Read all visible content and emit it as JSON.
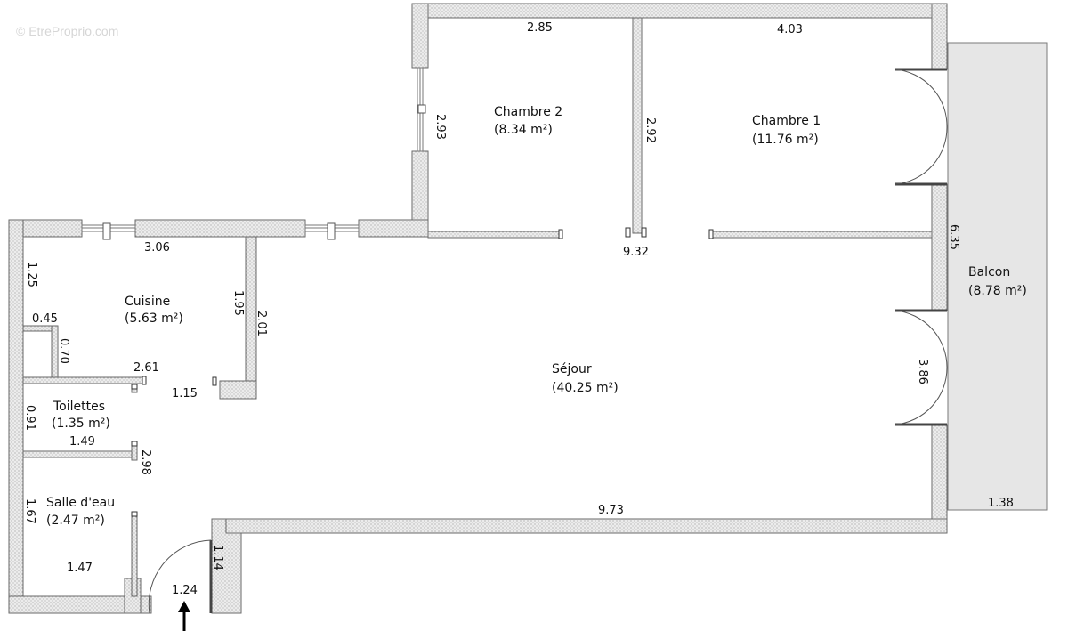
{
  "watermark": "© EtreProprio.com",
  "rooms": {
    "chambre2": {
      "name": "Chambre 2",
      "area": "(8.34 m²)"
    },
    "chambre1": {
      "name": "Chambre 1",
      "area": "(11.76 m²)"
    },
    "balcon": {
      "name": "Balcon",
      "area": "(8.78 m²)"
    },
    "cuisine": {
      "name": "Cuisine",
      "area": "(5.63 m²)"
    },
    "sejour": {
      "name": "Séjour",
      "area": "(40.25 m²)"
    },
    "toilettes": {
      "name": "Toilettes",
      "area": "(1.35 m²)"
    },
    "salle_eau": {
      "name": "Salle d'eau",
      "area": "(2.47 m²)"
    }
  },
  "dimensions": {
    "chambre2_width": "2.85",
    "chambre1_width": "4.03",
    "chambre2_depth": "2.93",
    "chambre1_depth": "2.92",
    "bedrooms_total": "9.32",
    "right_wall": "6.35",
    "balcony_door_wall": "3.86",
    "balcony_width": "1.38",
    "sejour_length": "9.73",
    "cuisine_width": "3.06",
    "cuisine_left_upper": "1.25",
    "cuisine_step": "0.45",
    "cuisine_left_lower": "0.70",
    "cuisine_right_inner": "1.95",
    "cuisine_right_outer": "2.01",
    "cuisine_bottom": "2.61",
    "hall_opening": "1.15",
    "toilettes_depth": "0.91",
    "toilettes_width": "1.49",
    "wet_block": "2.98",
    "salle_eau_depth": "1.67",
    "salle_eau_width": "1.47",
    "entry_wall": "1.14",
    "entry_door": "1.24"
  },
  "icons": {
    "entry": "entry-arrow-icon"
  }
}
